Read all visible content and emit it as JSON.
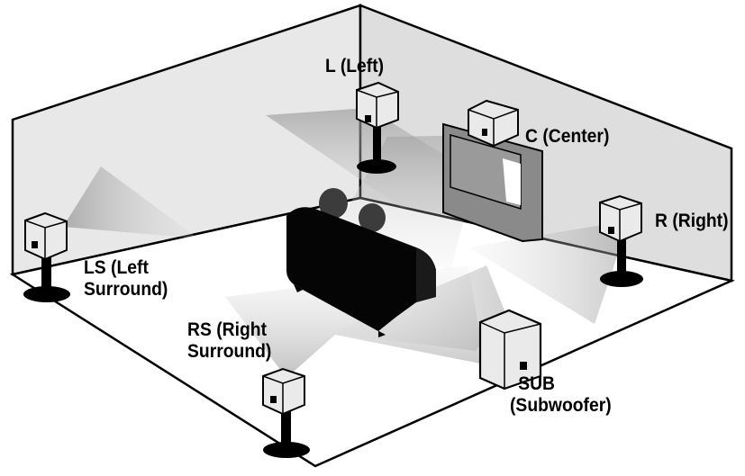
{
  "speakers": {
    "left": {
      "label": "L (Left)"
    },
    "center": {
      "label": "C (Center)"
    },
    "right": {
      "label": "R (Right)"
    },
    "left_surround": {
      "line1": "LS (Left",
      "line2": "Surround)"
    },
    "right_surround": {
      "line1": "RS (Right",
      "line2": "Surround)"
    },
    "subwoofer": {
      "line1": "SUB",
      "line2": "(Subwoofer)"
    }
  },
  "colors": {
    "wall": "#e6e6e6",
    "floor": "#ffffff",
    "outline": "#000000",
    "beam": "#bdbdbd"
  }
}
